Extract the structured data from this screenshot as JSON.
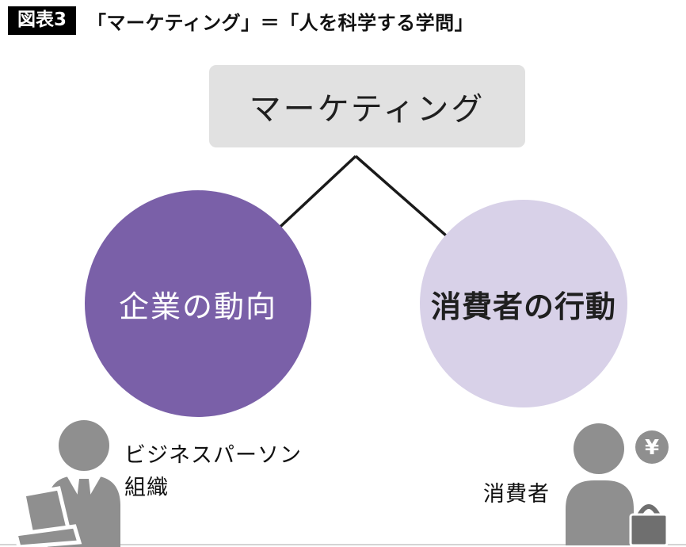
{
  "header": {
    "badge": "図表3",
    "title": "「マーケティング」＝「人を科学する学問」"
  },
  "diagram": {
    "root": {
      "label": "マーケティング",
      "bg": "#e1e1e1",
      "text_color": "#1f1f1f"
    },
    "left_circle": {
      "label": "企業の動向",
      "bg": "#7a60a8",
      "text_color": "#ffffff"
    },
    "right_circle": {
      "label": "消費者の行動",
      "bg": "#d8d1e8",
      "text_color": "#1f1f1f"
    },
    "connector_color": "#1a1a1a"
  },
  "captions": {
    "left_line1": "ビジネスパーソン",
    "left_line2": "組織",
    "right": "消費者"
  },
  "icons": {
    "businessperson": "businessperson-with-laptop-icon",
    "consumer": "consumer-with-bag-icon",
    "yen_badge": "¥",
    "person_gray": "#8f8f8f",
    "accessory_gray": "#6f6f6f"
  }
}
